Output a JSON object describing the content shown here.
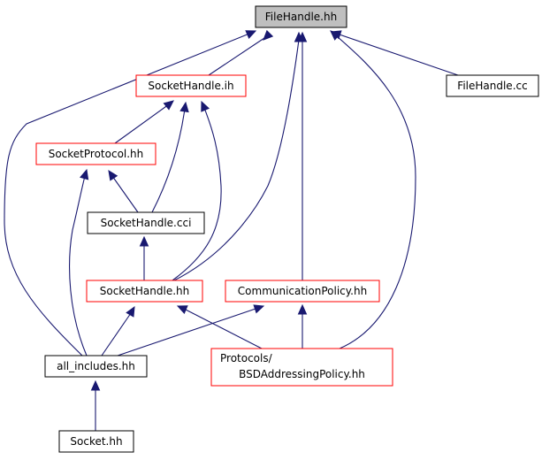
{
  "graph": {
    "nodes": [
      {
        "id": "filehandle_hh",
        "label": "FileHandle.hh",
        "border": "#000000",
        "fill": "#bfbfbf"
      },
      {
        "id": "sockethandle_ih",
        "label": "SocketHandle.ih",
        "border": "#ff0000",
        "fill": "#ffffff"
      },
      {
        "id": "filehandle_cc",
        "label": "FileHandle.cc",
        "border": "#000000",
        "fill": "#ffffff"
      },
      {
        "id": "socketprotocol_hh",
        "label": "SocketProtocol.hh",
        "border": "#ff0000",
        "fill": "#ffffff"
      },
      {
        "id": "sockethandle_cci",
        "label": "SocketHandle.cci",
        "border": "#000000",
        "fill": "#ffffff"
      },
      {
        "id": "sockethandle_hh",
        "label": "SocketHandle.hh",
        "border": "#ff0000",
        "fill": "#ffffff"
      },
      {
        "id": "communicationpolicy_hh",
        "label": "CommunicationPolicy.hh",
        "border": "#ff0000",
        "fill": "#ffffff"
      },
      {
        "id": "all_includes_hh",
        "label": "all_includes.hh",
        "border": "#000000",
        "fill": "#ffffff"
      },
      {
        "id": "bsdaddressingpolicy_hh",
        "label_line1": "Protocols/",
        "label_line2": "BSDAddressingPolicy.hh",
        "border": "#ff0000",
        "fill": "#ffffff"
      },
      {
        "id": "socket_hh",
        "label": "Socket.hh",
        "border": "#000000",
        "fill": "#ffffff"
      }
    ],
    "edge_color": "#191970"
  }
}
